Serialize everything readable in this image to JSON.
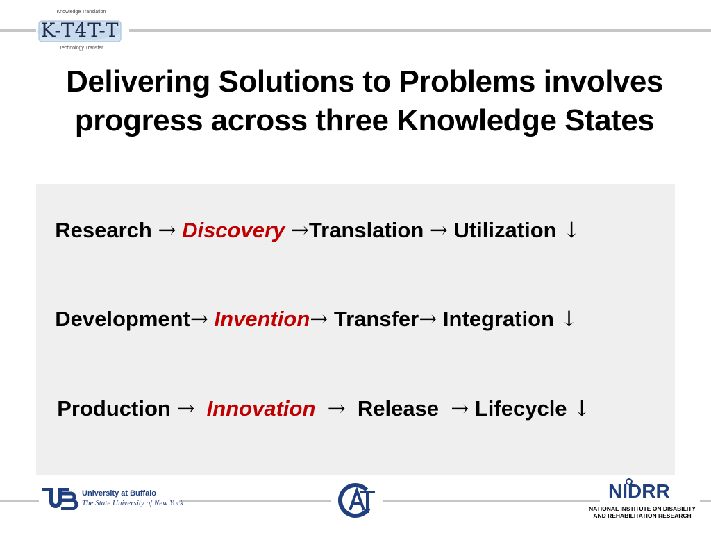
{
  "header_logo": {
    "top_caption": "Knowledge Translation",
    "mark_text": "K-T4T-T",
    "bottom_caption": "Technology Transfer"
  },
  "title": {
    "line1": "Delivering Solutions to Problems involves",
    "line2": "progress across three Knowledge States"
  },
  "rows": [
    {
      "s1": "Research ",
      "a1": "→",
      "s2": " ",
      "e": "Discovery",
      "s3": " ",
      "a2": "→",
      "s4": "Translation ",
      "a3": "→",
      "s5": " Utilization ",
      "a4": "↓"
    },
    {
      "s1": "Development",
      "a1": "→",
      "s2": " ",
      "e": "Invention",
      "s3": "",
      "a2": "→",
      "s4": " Transfer",
      "a3": "→",
      "s5": " Integration ",
      "a4": "↓"
    },
    {
      "s1": "Production ",
      "a1": "→",
      "s2": "  ",
      "e": "Innovation",
      "s3": "  ",
      "a2": "→",
      "s4": "  Release  ",
      "a3": "→",
      "s5": " Lifecycle ",
      "a4": "↓"
    }
  ],
  "footer": {
    "ub_line1": "University at Buffalo",
    "ub_line2": "The State University of New York",
    "ub_mark": "UB",
    "cat_mark": "CAT",
    "nidrr_mark": "NIDRR",
    "nidrr_sub1": "NATIONAL INSTITUTE ON DISABILITY",
    "nidrr_sub2": "AND REHABILITATION RESEARCH"
  },
  "colors": {
    "accent": "#c00000",
    "brand_blue": "#1f3f7f",
    "rule": "#c6c6c6",
    "panel": "#efefef"
  }
}
